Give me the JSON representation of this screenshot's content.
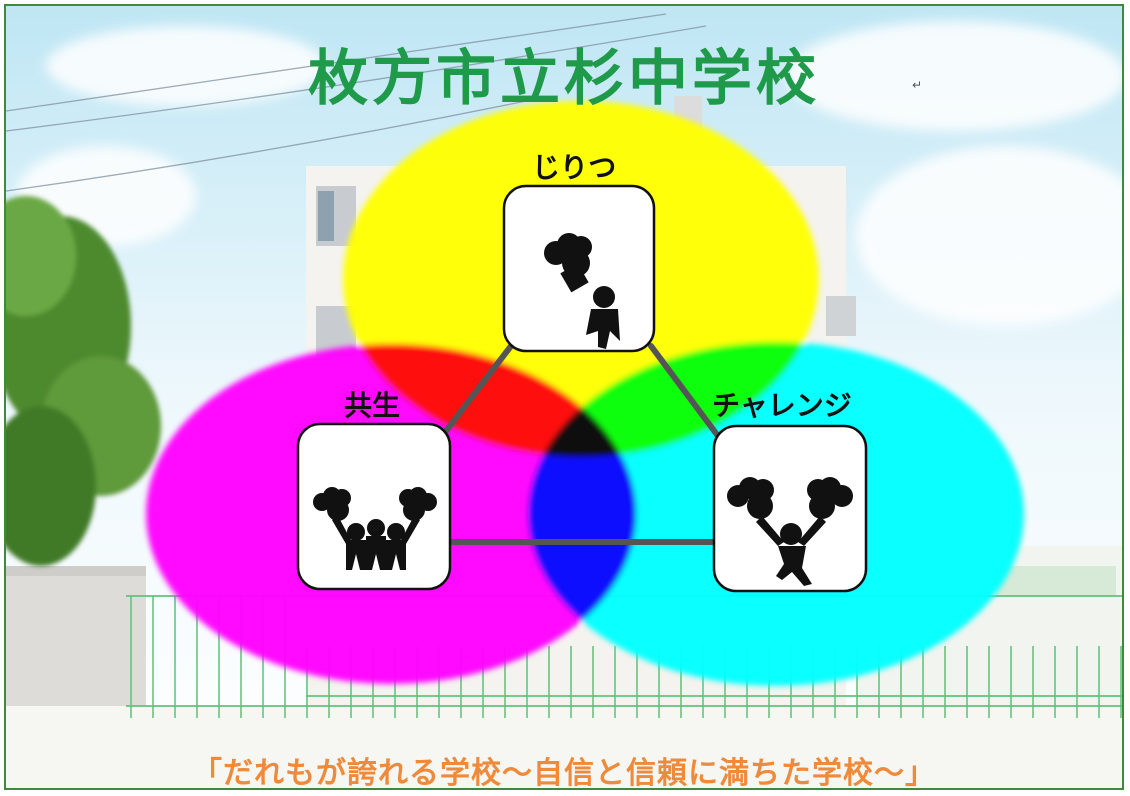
{
  "title": "枚方市立杉中学校",
  "values": {
    "top": "じりつ",
    "left": "共生",
    "right": "チャレンジ"
  },
  "motto": "「だれもが誇れる学校～自信と信頼に満ちた学校～」",
  "icons": {
    "top": "fist-single-person-icon",
    "left": "fists-group-icon",
    "right": "fists-jumping-person-icon"
  },
  "colors": {
    "title": "#1f9a4a",
    "motto": "#ef8a3a",
    "yellow": "#ffff00",
    "magenta": "#ff00ff",
    "cyan": "#00ffff",
    "border": "#3d8a3d"
  }
}
